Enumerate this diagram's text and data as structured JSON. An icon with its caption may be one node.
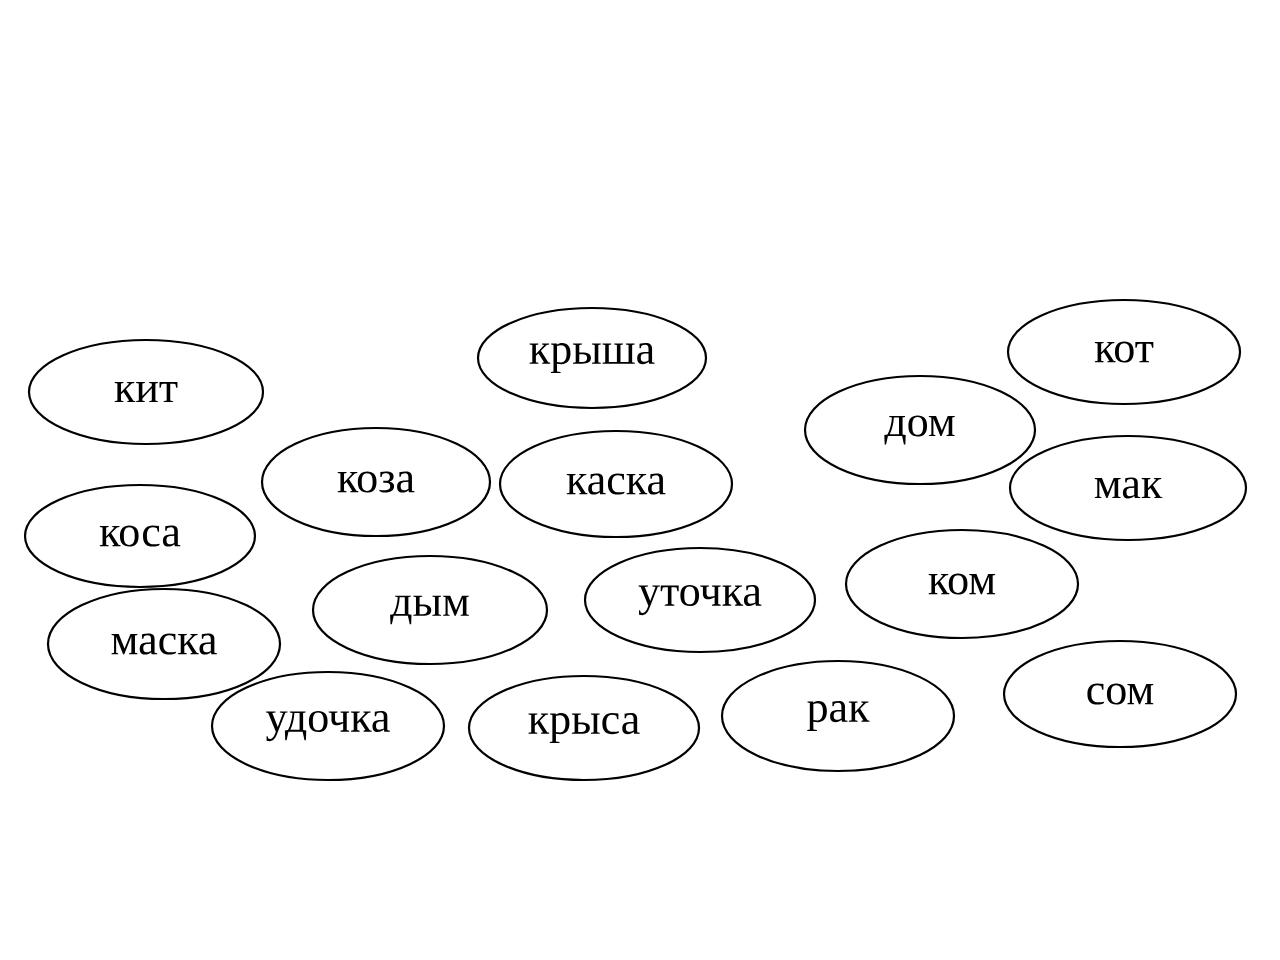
{
  "diagram": {
    "nodes": [
      {
        "text": [
          "кит"
        ]
      },
      {
        "text": [
          "крыша"
        ]
      },
      {
        "text": [
          "кот"
        ]
      },
      {
        "text": [
          "дом"
        ]
      },
      {
        "text": [
          "коза"
        ]
      },
      {
        "text": [
          "каска"
        ]
      },
      {
        "text": [
          "мак"
        ]
      },
      {
        "text": [
          "коса"
        ]
      },
      {
        "text": [
          "ком"
        ]
      },
      {
        "text": [
          "дым"
        ]
      },
      {
        "text": [
          "уточка"
        ]
      },
      {
        "text": [
          "маска"
        ]
      },
      {
        "text": [
          "сом"
        ]
      },
      {
        "text": [
          "рак"
        ]
      },
      {
        "text": [
          "удочка"
        ]
      },
      {
        "text": [
          "крыса"
        ]
      }
    ]
  }
}
